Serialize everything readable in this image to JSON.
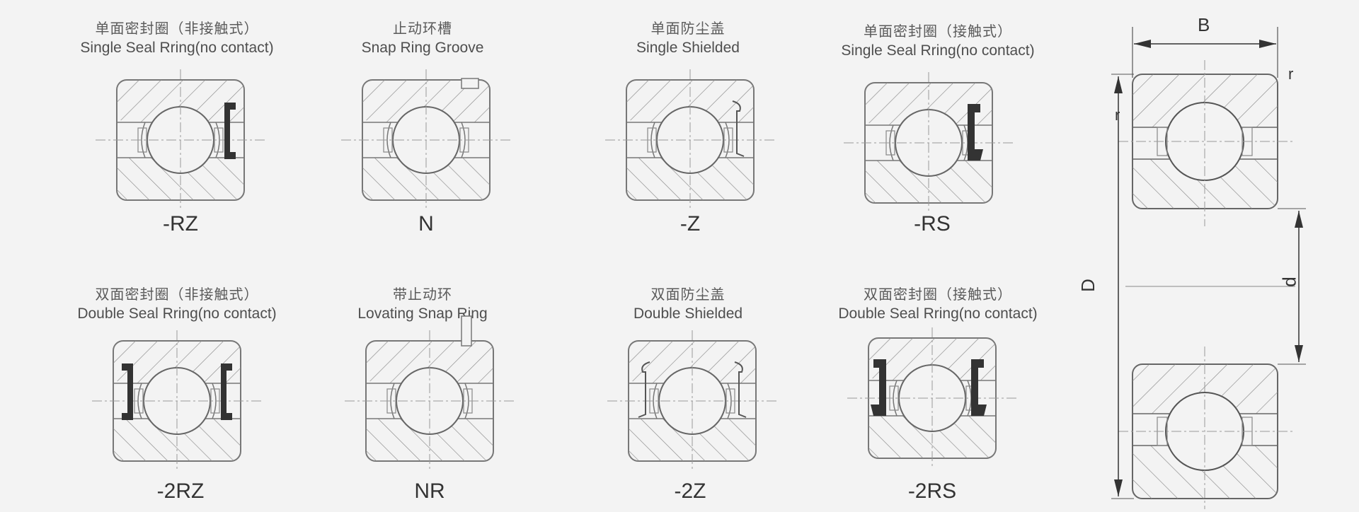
{
  "variants": [
    {
      "cn": "单面密封圈（非接触式）",
      "en": "Single Seal Rring(no contact)",
      "code": "-RZ"
    },
    {
      "cn": "止动环槽",
      "en": "Snap Ring  Groove",
      "code": "N"
    },
    {
      "cn": "单面防尘盖",
      "en": "Single Shielded",
      "code": "-Z"
    },
    {
      "cn": "单面密封圈（接触式）",
      "en": "Single Seal Rring(no contact)",
      "code": "-RS"
    },
    {
      "cn": "双面密封圈（非接触式）",
      "en": "Double Seal Rring(no contact)",
      "code": "-2RZ"
    },
    {
      "cn": "带止动环",
      "en": "Lovating Snap Ring",
      "code": "NR"
    },
    {
      "cn": "双面防尘盖",
      "en": "Double Shielded",
      "code": "-2Z"
    },
    {
      "cn": "双面密封圈（接触式）",
      "en": "Double Seal Rring(no contact)",
      "code": "-2RS"
    }
  ],
  "dimensions": {
    "B": "B",
    "D": "D",
    "d": "d",
    "r1": "r",
    "r2": "r"
  }
}
